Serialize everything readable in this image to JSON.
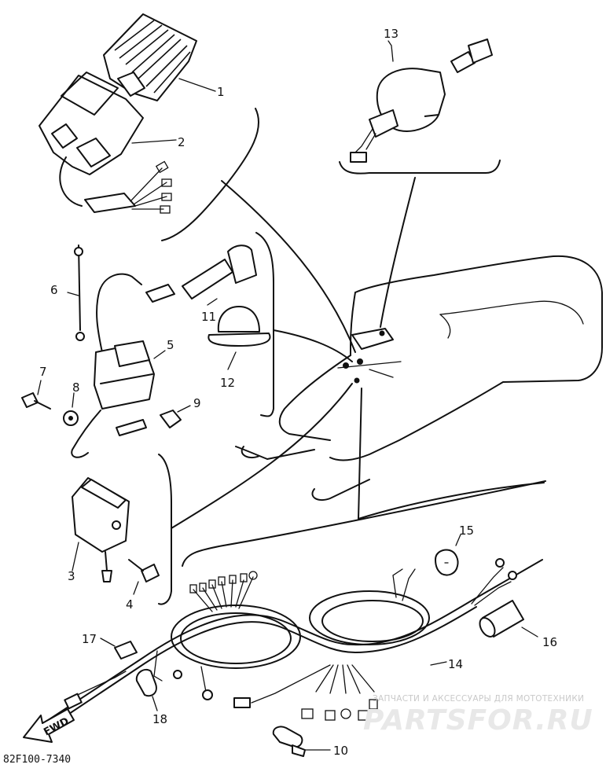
{
  "parts": [
    {
      "number": "1"
    },
    {
      "number": "2"
    },
    {
      "number": "3"
    },
    {
      "number": "4"
    },
    {
      "number": "5"
    },
    {
      "number": "6"
    },
    {
      "number": "7"
    },
    {
      "number": "8"
    },
    {
      "number": "9"
    },
    {
      "number": "10"
    },
    {
      "number": "11"
    },
    {
      "number": "12"
    },
    {
      "number": "13"
    },
    {
      "number": "14"
    },
    {
      "number": "15"
    },
    {
      "number": "16"
    },
    {
      "number": "17"
    },
    {
      "number": "18"
    }
  ],
  "direction_arrow": "FWD",
  "diagram_code": "82F100-7340",
  "watermark": {
    "tagline": "ЗАПЧАСТИ И АКСЕССУАРЫ ДЛЯ МОТОТЕХНИКИ",
    "brand": "PARTSFOR.RU"
  }
}
